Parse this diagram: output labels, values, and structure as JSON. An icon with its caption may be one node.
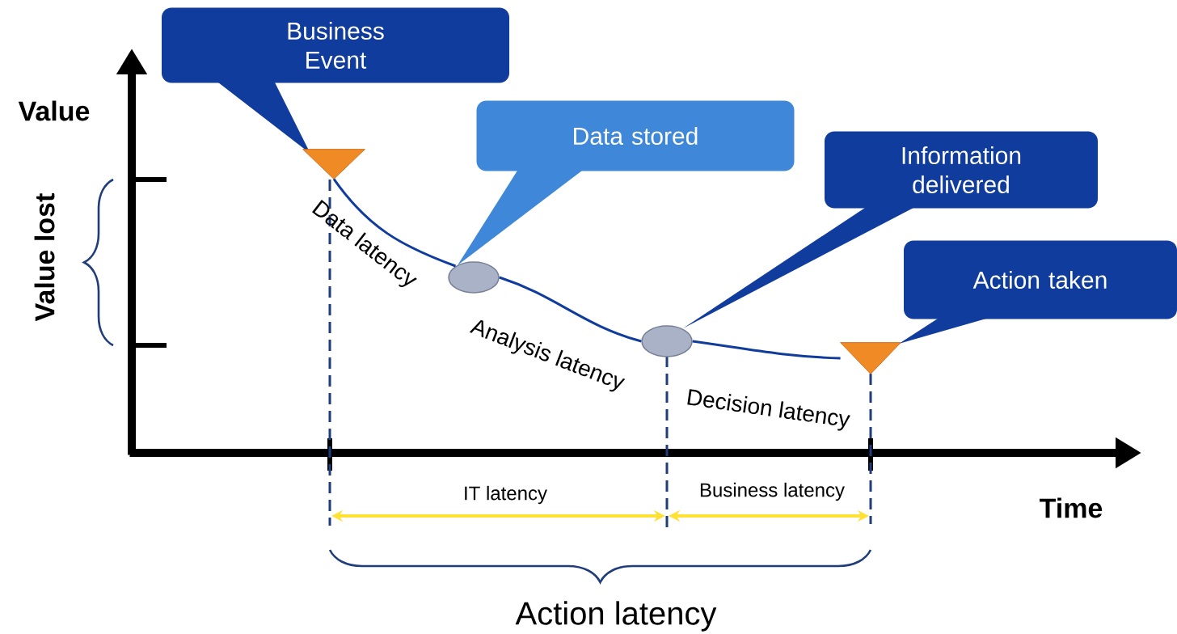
{
  "diagram": {
    "nodes": [
      {
        "text": [
          "Business Event"
        ]
      },
      {
        "text": [
          "Data stored"
        ]
      },
      {
        "text": [
          "Information delivered"
        ]
      },
      {
        "text": [
          "Action taken"
        ]
      },
      {
        "text": [],
        "shape": "triangle"
      },
      {
        "text": [],
        "shape": "ellipse"
      },
      {
        "text": [],
        "shape": "ellipse"
      },
      {
        "text": [],
        "shape": "triangle"
      }
    ],
    "edges": [
      {
        "from": 4,
        "to": 5,
        "arrow": "none",
        "label": "Data latency"
      },
      {
        "from": 5,
        "to": 6,
        "arrow": "none",
        "label": "Analysis latency"
      },
      {
        "from": 6,
        "to": 7,
        "arrow": "none",
        "label": "Decision latency"
      }
    ],
    "labels": [
      "Value",
      "Value lost",
      "IT latency",
      "Business latency",
      "Time",
      "Action latency"
    ]
  }
}
